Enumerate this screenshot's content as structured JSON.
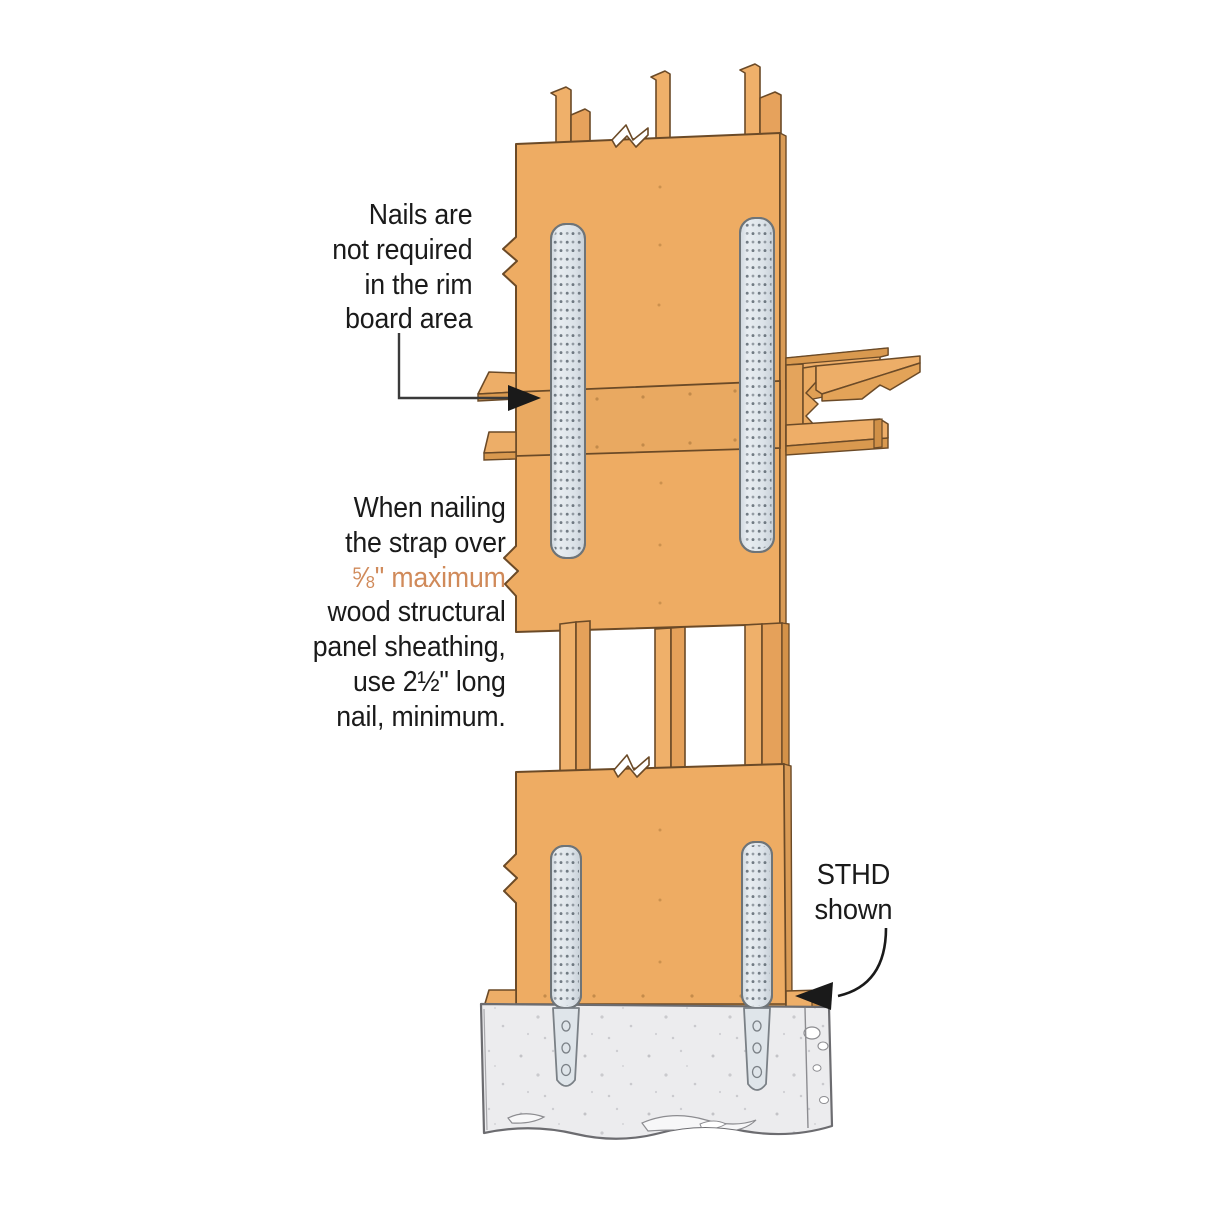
{
  "figure": {
    "title": "Strap tie installation over wood structural panel sheathing at rim board",
    "background_color": "#ffffff"
  },
  "palette": {
    "sheathing": "#eeac63",
    "sheathing_edge": "#6b4a27",
    "lumber": "#efb06a",
    "lumber_edge": "#6b4a27",
    "strap_metal": "#dfe5ea",
    "strap_edge": "#6e7478",
    "strap_hole": "#46505a",
    "concrete": "#ececed",
    "concrete_edge": "#6c6c70",
    "text": "#1a1a1a",
    "accent_text": "#d08a5a",
    "leader_line": "#3a3a3a"
  },
  "annotations": {
    "nails_note": {
      "lines": [
        "Nails are",
        "not required",
        "in the rim",
        "board area"
      ],
      "leader": "elbow-line-with-right-arrowhead"
    },
    "strap_note": {
      "line1": "When nailing",
      "line2": "the strap over",
      "line3_accent_num": "5",
      "line3_accent_den": "8",
      "line3_accent_rest": "\" maximum",
      "line4": "wood structural",
      "line5": "panel sheathing,",
      "line6": "use 2½\" long",
      "line7": "nail, minimum."
    },
    "sthd_note": {
      "lines": [
        "STHD",
        "shown"
      ],
      "leader": "curved-line-with-left-arrowhead"
    }
  },
  "components": {
    "upper_sheathing": "wood structural panel sheathing (upper story)",
    "lower_sheathing": "wood structural panel sheathing (lower story)",
    "studs": "wall studs",
    "rim_board": "rim board",
    "floor_assembly": "floor framing projecting right",
    "sill_plate": "sill plate",
    "foundation": "concrete foundation",
    "strap_left": "STHD embedded strap tie (left)",
    "strap_right": "STHD embedded strap tie (right)"
  }
}
